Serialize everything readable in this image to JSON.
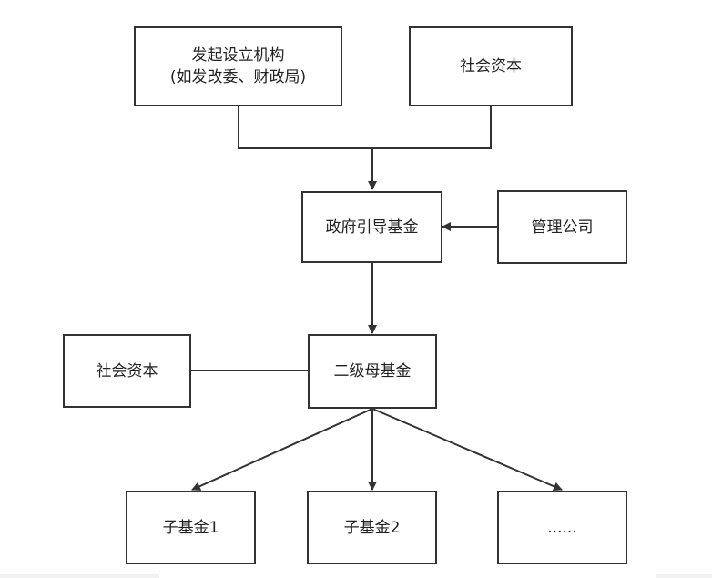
{
  "nodes": {
    "sponsor": {
      "line1": "发起设立机构",
      "line2": "(如发改委、财政局)"
    },
    "social_capital_top": "社会资本",
    "gov_guidance_fund": "政府引导基金",
    "management_company": "管理公司",
    "social_capital_left": "社会资本",
    "secondary_mother_fund": "二级母基金",
    "sub_fund_1": "子基金1",
    "sub_fund_2": "子基金2",
    "more": "......"
  },
  "colors": {
    "line": "#333333",
    "border": "#333333",
    "text": "#222222",
    "background": "#ffffff"
  }
}
